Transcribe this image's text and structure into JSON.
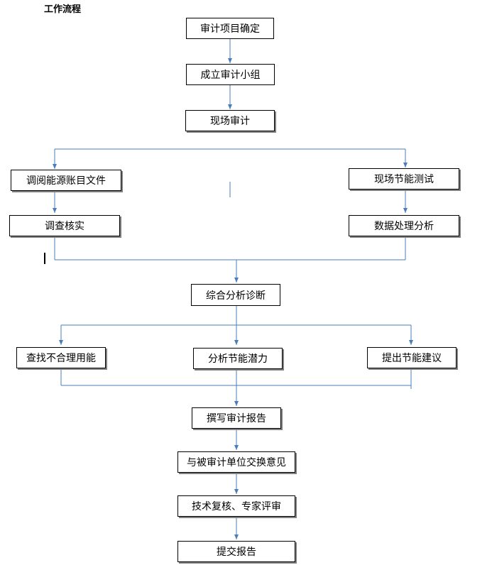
{
  "title": "工作流程",
  "steps": {
    "confirm_project": "审计项目确定",
    "form_team": "成立审计小组",
    "onsite_audit": "现场审计",
    "review_docs": "调阅能源账目文件",
    "verify": "调查核实",
    "energy_test": "现场节能测试",
    "data_analysis": "数据处理分析",
    "diagnosis": "综合分析诊断",
    "find_waste": "查找不合理用能",
    "potential": "分析节能潜力",
    "suggestions": "提出节能建议",
    "write_report": "撰写审计报告",
    "exchange": "与被审计单位交换意见",
    "tech_review": "技术复核、专家评审",
    "submit": "提交报告"
  },
  "colors": {
    "line": "#4a7ebb",
    "border": "#000000",
    "text": "#000000"
  }
}
